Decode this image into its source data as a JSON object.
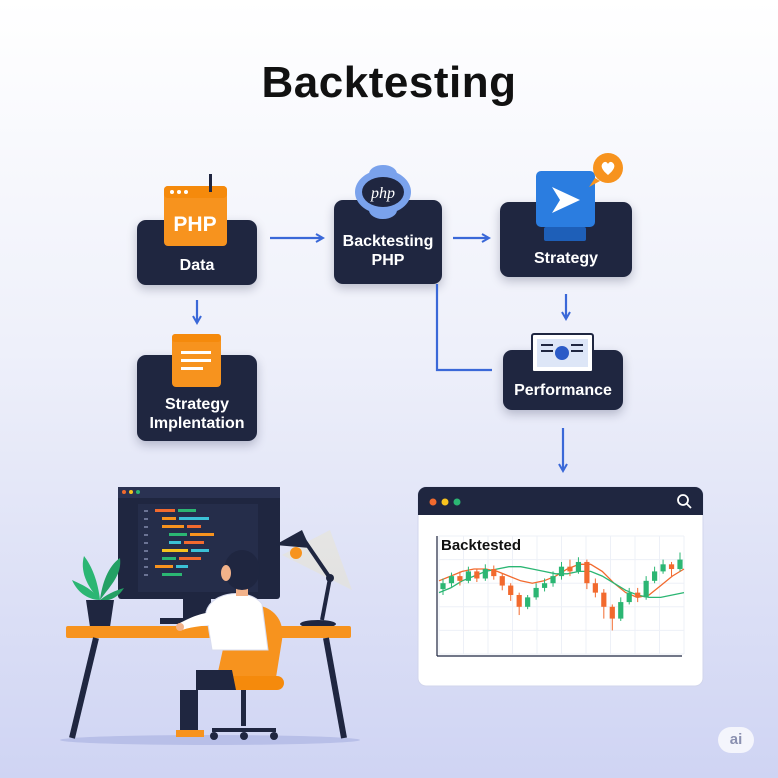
{
  "title": "Backtesting",
  "nodes": {
    "data": {
      "label": "Data",
      "icon_text": "PHP"
    },
    "backtesting_php": {
      "line1": "Backtesting",
      "line2": "PHP",
      "icon_text": "php"
    },
    "strategy": {
      "label": "Strategy"
    },
    "strategy_impl": {
      "line1": "Strategy",
      "line2": "Implentation"
    },
    "performance": {
      "label": "Performance"
    }
  },
  "chart_window": {
    "title": "Backtested"
  },
  "badge": "ai",
  "colors": {
    "node_bg": "#1f2640",
    "arrow": "#3a68d8",
    "orange": "#f7931e",
    "bull": "#2bb673",
    "bear": "#f26a2e"
  },
  "icons": [
    "php-window-icon",
    "php-elephant-icon",
    "play-app-icon",
    "heart-badge-icon",
    "document-icon",
    "certificate-icon",
    "search-icon"
  ],
  "chart_data": {
    "type": "candlestick",
    "title": "Backtested",
    "series": [
      {
        "type": "candlestick",
        "values": [
          [
            0.55,
            0.6,
            0.5,
            0.64
          ],
          [
            0.6,
            0.66,
            0.57,
            0.69
          ],
          [
            0.66,
            0.62,
            0.58,
            0.7
          ],
          [
            0.62,
            0.7,
            0.6,
            0.74
          ],
          [
            0.7,
            0.64,
            0.61,
            0.72
          ],
          [
            0.64,
            0.72,
            0.62,
            0.76
          ],
          [
            0.72,
            0.66,
            0.63,
            0.75
          ],
          [
            0.66,
            0.58,
            0.54,
            0.68
          ],
          [
            0.58,
            0.5,
            0.45,
            0.6
          ],
          [
            0.5,
            0.4,
            0.33,
            0.52
          ],
          [
            0.4,
            0.48,
            0.38,
            0.5
          ],
          [
            0.48,
            0.56,
            0.46,
            0.6
          ],
          [
            0.56,
            0.6,
            0.53,
            0.64
          ],
          [
            0.6,
            0.66,
            0.57,
            0.7
          ],
          [
            0.66,
            0.74,
            0.63,
            0.78
          ],
          [
            0.74,
            0.7,
            0.66,
            0.8
          ],
          [
            0.7,
            0.78,
            0.68,
            0.82
          ],
          [
            0.78,
            0.6,
            0.55,
            0.8
          ],
          [
            0.6,
            0.52,
            0.48,
            0.64
          ],
          [
            0.52,
            0.4,
            0.3,
            0.55
          ],
          [
            0.4,
            0.3,
            0.2,
            0.42
          ],
          [
            0.3,
            0.44,
            0.28,
            0.48
          ],
          [
            0.44,
            0.52,
            0.42,
            0.56
          ],
          [
            0.52,
            0.48,
            0.44,
            0.56
          ],
          [
            0.48,
            0.62,
            0.46,
            0.66
          ],
          [
            0.62,
            0.7,
            0.6,
            0.74
          ],
          [
            0.7,
            0.76,
            0.68,
            0.8
          ],
          [
            0.76,
            0.72,
            0.66,
            0.78
          ],
          [
            0.72,
            0.8,
            0.7,
            0.86
          ]
        ]
      },
      {
        "type": "line",
        "name": "",
        "values": [
          0.62,
          0.66,
          0.7,
          0.72,
          0.72,
          0.7,
          0.66,
          0.62,
          0.6,
          0.62,
          0.66,
          0.72,
          0.76,
          0.76,
          0.7,
          0.6,
          0.52,
          0.48,
          0.5,
          0.58,
          0.66,
          0.72
        ]
      },
      {
        "type": "line",
        "name": "",
        "values": [
          0.52,
          0.56,
          0.62,
          0.66,
          0.7,
          0.72,
          0.74,
          0.74,
          0.72,
          0.7,
          0.68,
          0.68,
          0.7,
          0.7,
          0.66,
          0.6,
          0.54,
          0.5,
          0.48,
          0.48,
          0.5,
          0.52
        ]
      }
    ]
  }
}
